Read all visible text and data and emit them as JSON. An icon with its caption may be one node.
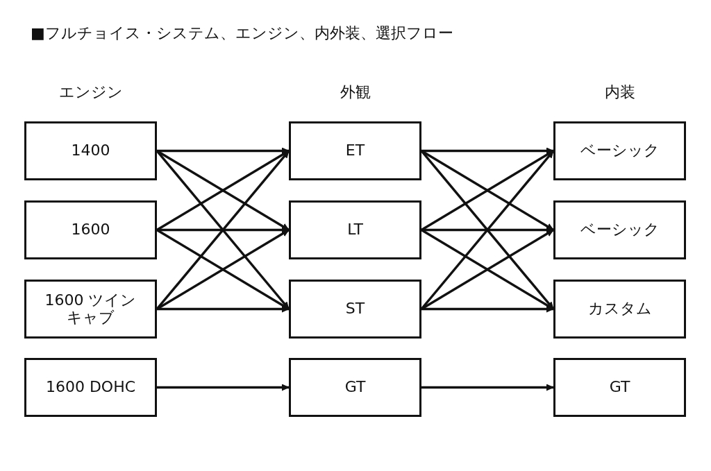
{
  "diagram": {
    "title": "■フルチョイス・システム、エンジン、内外装、選択フロー",
    "nodes": [
      {
        "text": [
          "1400"
        ]
      },
      {
        "text": [
          "1600"
        ]
      },
      {
        "text": [
          "1600 ツインキャブ"
        ]
      },
      {
        "text": [
          "1600 DOHC"
        ]
      },
      {
        "text": [
          "ET"
        ]
      },
      {
        "text": [
          "LT"
        ]
      },
      {
        "text": [
          "ST"
        ]
      },
      {
        "text": [
          "GT"
        ]
      },
      {
        "text": [
          "ベーシック"
        ]
      },
      {
        "text": [
          "ベーシック"
        ]
      },
      {
        "text": [
          "カスタム"
        ]
      },
      {
        "text": [
          "GT"
        ]
      }
    ],
    "edges": [
      {
        "from": 0,
        "to": 4,
        "arrow": "to"
      },
      {
        "from": 0,
        "to": 5,
        "arrow": "to"
      },
      {
        "from": 0,
        "to": 6,
        "arrow": "to"
      },
      {
        "from": 1,
        "to": 4,
        "arrow": "to"
      },
      {
        "from": 1,
        "to": 5,
        "arrow": "to"
      },
      {
        "from": 1,
        "to": 6,
        "arrow": "to"
      },
      {
        "from": 2,
        "to": 4,
        "arrow": "to"
      },
      {
        "from": 2,
        "to": 5,
        "arrow": "to"
      },
      {
        "from": 2,
        "to": 6,
        "arrow": "to"
      },
      {
        "from": 3,
        "to": 7,
        "arrow": "to"
      },
      {
        "from": 4,
        "to": 8,
        "arrow": "to"
      },
      {
        "from": 4,
        "to": 9,
        "arrow": "to"
      },
      {
        "from": 4,
        "to": 10,
        "arrow": "to"
      },
      {
        "from": 5,
        "to": 8,
        "arrow": "to"
      },
      {
        "from": 5,
        "to": 9,
        "arrow": "to"
      },
      {
        "from": 5,
        "to": 10,
        "arrow": "to"
      },
      {
        "from": 6,
        "to": 8,
        "arrow": "to"
      },
      {
        "from": 6,
        "to": 9,
        "arrow": "to"
      },
      {
        "from": 6,
        "to": 10,
        "arrow": "to"
      },
      {
        "from": 7,
        "to": 11,
        "arrow": "to"
      }
    ],
    "labels": [
      "エンジン",
      "外観",
      "内装"
    ]
  }
}
